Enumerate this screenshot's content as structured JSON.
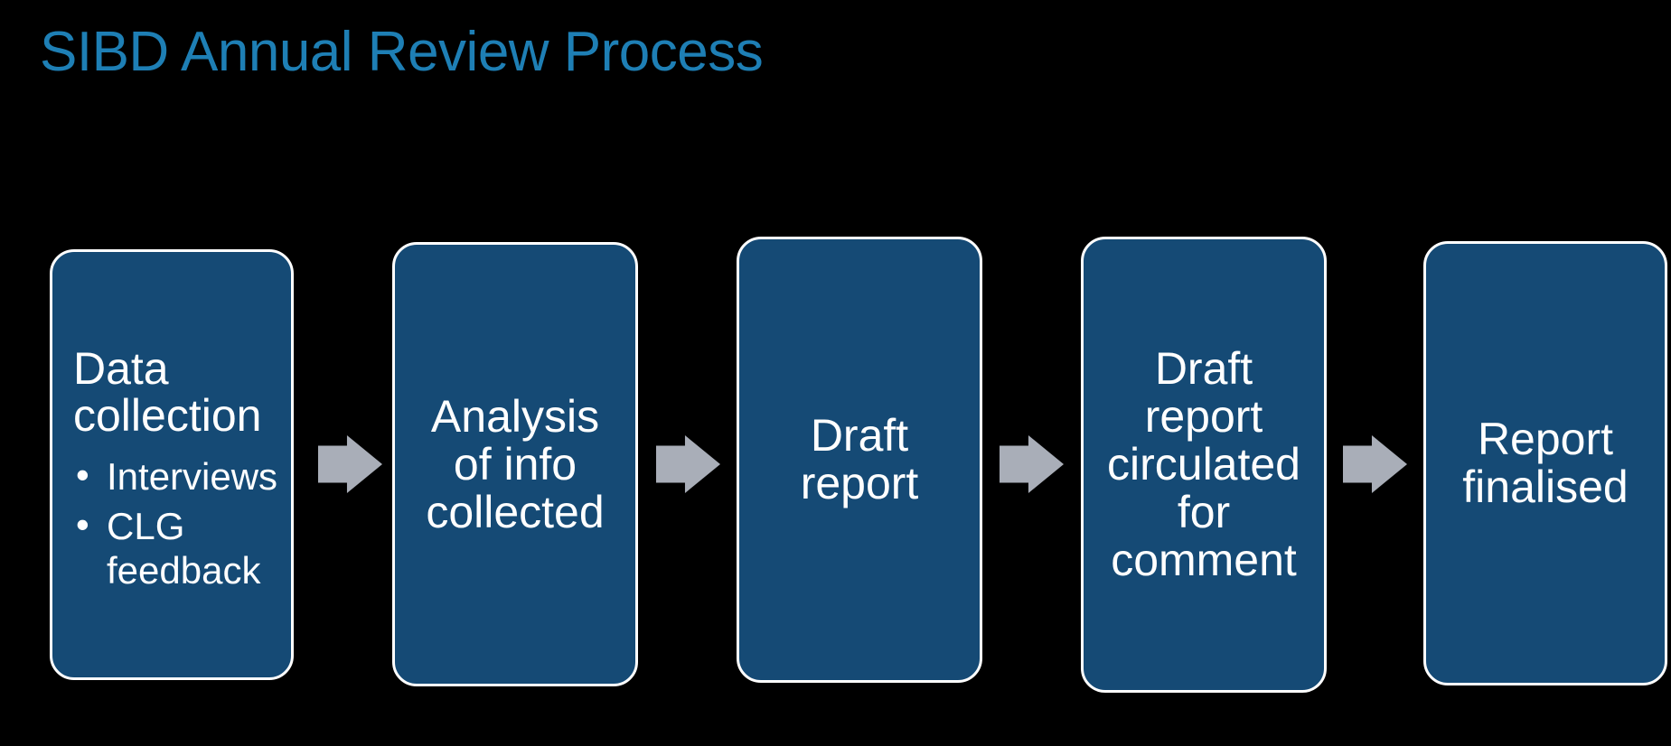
{
  "title": "SIBD Annual Review Process",
  "colors": {
    "background": "#000000",
    "title_text": "#1E7FB5",
    "box_fill": "#154A75",
    "box_border": "#FFFFFF",
    "box_text": "#FFFFFF",
    "arrow": "#A9AEB8"
  },
  "steps": [
    {
      "label": "Data collection",
      "display": "Data\ncollection",
      "bullets": [
        "Interviews",
        "CLG feedback"
      ]
    },
    {
      "label": "Analysis of info collected",
      "display": "Analysis\nof info\ncollected"
    },
    {
      "label": "Draft report",
      "display": "Draft\nreport"
    },
    {
      "label": "Draft report circulated for comment",
      "display": "Draft\nreport\ncirculated\nfor\ncomment"
    },
    {
      "label": "Report finalised",
      "display": "Report\nfinalised"
    }
  ]
}
